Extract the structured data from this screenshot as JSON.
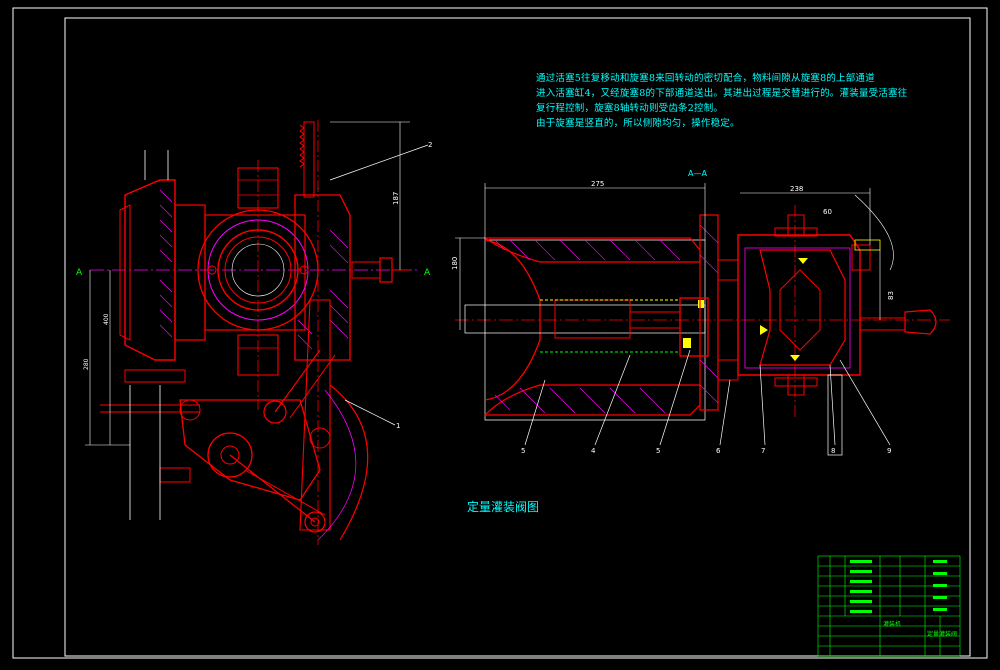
{
  "colors": {
    "background": "#000000",
    "border": "#ffffff",
    "outline": "#ff0000",
    "section": "#ff00ff",
    "centerline": "#ff0000",
    "dimension": "#ffffff",
    "leader": "#00ffff",
    "note": "#00ffff",
    "titleblock": "#00ff00",
    "highlight": "#ffff00"
  },
  "notes": [
    "通过活塞5往复移动和旋塞8来回转动的密切配合，物料间隙从旋塞8的上部通道",
    "进入活塞缸4，又经旋塞8的下部通道送出。其进出过程是交替进行的。灌装量受活塞往",
    "复行程控制，旋塞8轴转动则受齿条2控制。",
    "由于旋塞是竖直的，所以侧隙均匀，操作稳定。"
  ],
  "caption": "定量灌装阀图",
  "section_label": "A—A",
  "section_marks": [
    "A",
    "A"
  ],
  "dimensions": {
    "d275": "275",
    "d238": "238",
    "d187": "187",
    "d180": "180",
    "d60": "60",
    "d83": "83",
    "d400": "400",
    "d280": "280"
  },
  "part_numbers": [
    "1",
    "2",
    "4",
    "5",
    "6",
    "7",
    "8",
    "9"
  ],
  "titleblock": {
    "drawing_name": "定量灌装阀",
    "material": "灌装机"
  }
}
